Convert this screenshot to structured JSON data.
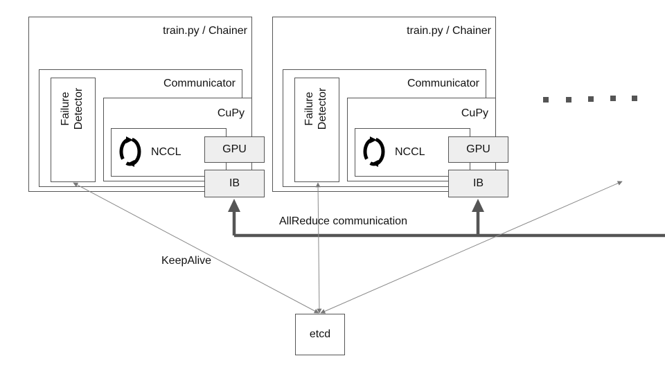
{
  "nodes": [
    {
      "app_label": "train.py / Chainer",
      "communicator_label": "Communicator",
      "failure_detector_label": [
        "Failure",
        "Detector"
      ],
      "cupy_label": "CuPy",
      "nccl_label": "NCCL",
      "gpu_label": "GPU",
      "ib_label": "IB"
    },
    {
      "app_label": "train.py / Chainer",
      "communicator_label": "Communicator",
      "failure_detector_label": [
        "Failure",
        "Detector"
      ],
      "cupy_label": "CuPy",
      "nccl_label": "NCCL",
      "gpu_label": "GPU",
      "ib_label": "IB"
    }
  ],
  "etcd_label": "etcd",
  "allreduce_label": "AllReduce communication",
  "keepalive_label": "KeepAlive",
  "continuation_dots": "more-nodes-dots",
  "colors": {
    "border": "#555555",
    "hw_fill": "#eeeeee",
    "thick_arrow": "#555555",
    "thin_arrow": "#888888"
  }
}
